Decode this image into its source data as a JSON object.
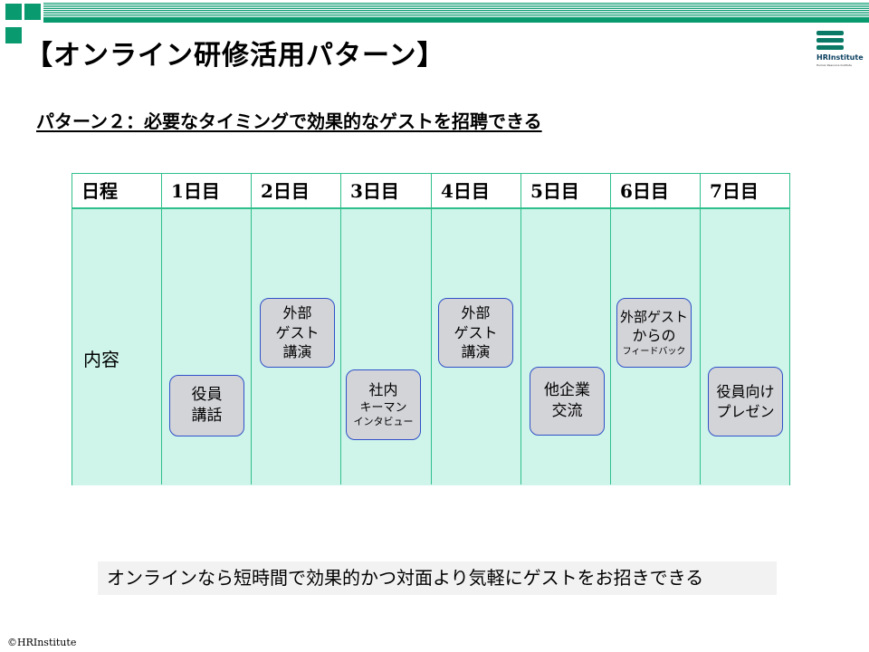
{
  "title": "【オンライン研修活用パターン】",
  "logo": {
    "name": "HRInstitute",
    "tagline": "Human Resource Institute"
  },
  "subtitle": "パターン２：必要なタイミングで効果的なゲストを招聘できる",
  "table": {
    "headers": [
      "日程",
      "1日目",
      "2日目",
      "3日目",
      "4日目",
      "5日目",
      "6日目",
      "7日目"
    ],
    "row_label": "内容"
  },
  "cards": [
    {
      "lines": [
        "役員",
        "講話"
      ]
    },
    {
      "lines": [
        "外部",
        "ゲスト",
        "講演"
      ]
    },
    {
      "lines": [
        "社内",
        "キーマン",
        "インタビュー"
      ]
    },
    {
      "lines": [
        "外部",
        "ゲスト",
        "講演"
      ]
    },
    {
      "lines": [
        "他企業",
        "交流"
      ]
    },
    {
      "lines": [
        "外部ゲスト",
        "からの",
        "フィードバック"
      ]
    },
    {
      "lines": [
        "役員向け",
        "プレゼン"
      ]
    }
  ],
  "note": "オンラインなら短時間で効果的かつ対面より気軽にゲストをお招きできる",
  "copyright": "©HRInstitute",
  "colors": {
    "accent": "#0a9a70",
    "table_fill": "#cff5ea",
    "table_border": "#2fbf8c",
    "card_fill": "#d3d4d8",
    "card_border": "#3050c8"
  }
}
